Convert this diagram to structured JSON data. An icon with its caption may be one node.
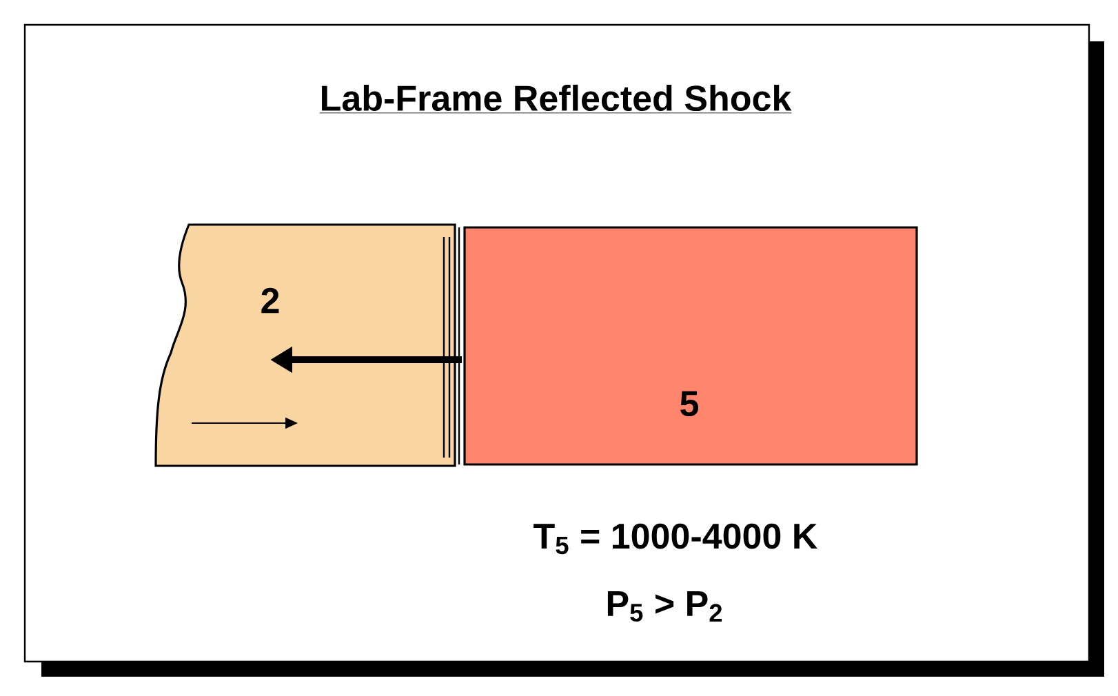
{
  "diagram": {
    "title": "Lab-Frame Reflected Shock",
    "nodes": [
      {
        "text": [
          "2"
        ]
      },
      {
        "text": [
          "5"
        ]
      }
    ],
    "labels": [
      "T$_{5}$ = 1000-4000 K",
      "P$_{5}$ > P$_{2}$"
    ]
  }
}
